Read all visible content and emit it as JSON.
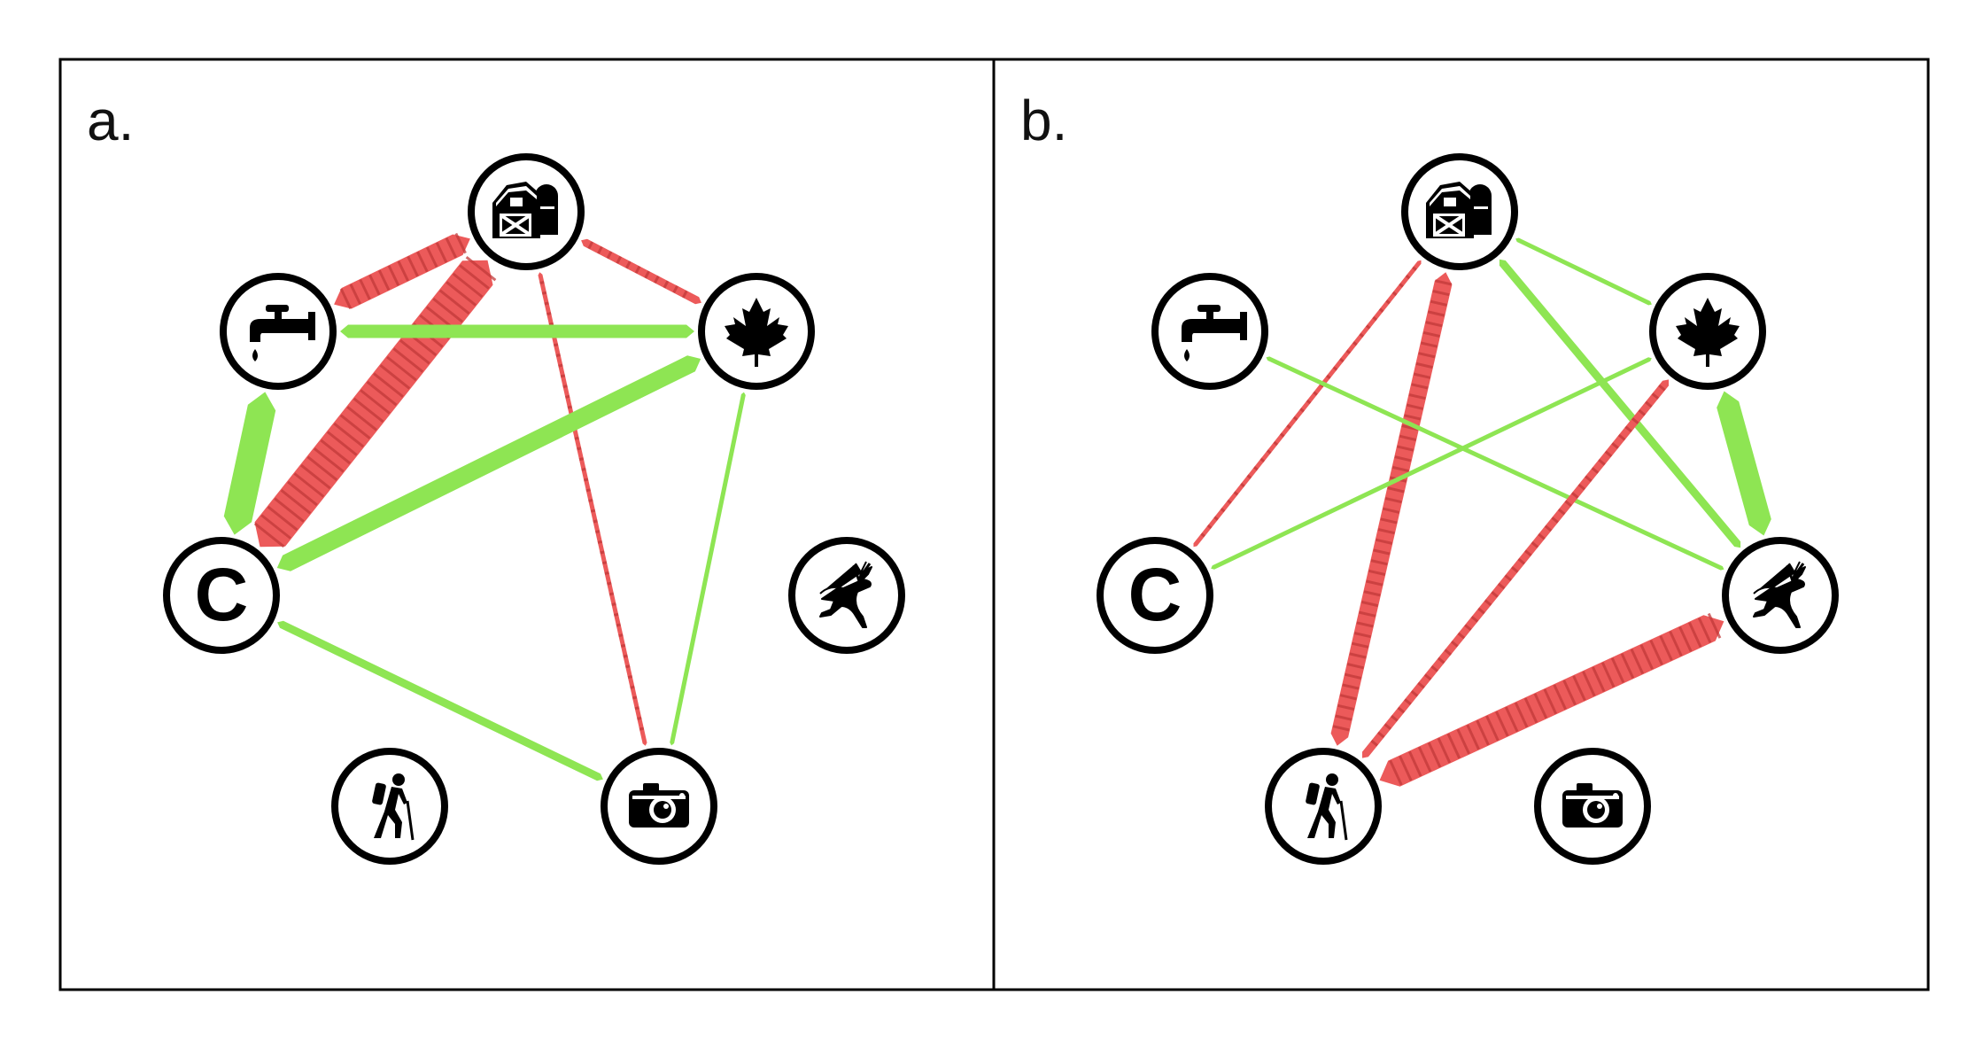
{
  "panels": [
    {
      "label": "a.",
      "nodes": [
        "farm",
        "water",
        "forest",
        "climate",
        "wildlife",
        "recreation",
        "tourism"
      ],
      "edges": [
        {
          "from": "farm",
          "to": "water",
          "sign": "negative",
          "weight": 5
        },
        {
          "from": "farm",
          "to": "climate",
          "sign": "negative",
          "weight": 8
        },
        {
          "from": "farm",
          "to": "forest",
          "sign": "negative",
          "weight": 2
        },
        {
          "from": "farm",
          "to": "tourism",
          "sign": "negative",
          "weight": 1
        },
        {
          "from": "water",
          "to": "forest",
          "sign": "positive",
          "weight": 3
        },
        {
          "from": "water",
          "to": "climate",
          "sign": "positive",
          "weight": 6
        },
        {
          "from": "climate",
          "to": "forest",
          "sign": "positive",
          "weight": 4
        },
        {
          "from": "forest",
          "to": "tourism",
          "sign": "positive",
          "weight": 1
        },
        {
          "from": "climate",
          "to": "tourism",
          "sign": "positive",
          "weight": 2
        }
      ]
    },
    {
      "label": "b.",
      "nodes": [
        "farm",
        "water",
        "forest",
        "climate",
        "wildlife",
        "recreation",
        "tourism"
      ],
      "edges": [
        {
          "from": "farm",
          "to": "climate",
          "sign": "negative",
          "weight": 1
        },
        {
          "from": "farm",
          "to": "recreation",
          "sign": "negative",
          "weight": 4
        },
        {
          "from": "farm",
          "to": "forest",
          "sign": "positive",
          "weight": 1
        },
        {
          "from": "farm",
          "to": "wildlife",
          "sign": "positive",
          "weight": 2
        },
        {
          "from": "water",
          "to": "wildlife",
          "sign": "positive",
          "weight": 1
        },
        {
          "from": "climate",
          "to": "forest",
          "sign": "positive",
          "weight": 1
        },
        {
          "from": "forest",
          "to": "recreation",
          "sign": "negative",
          "weight": 2
        },
        {
          "from": "forest",
          "to": "wildlife",
          "sign": "positive",
          "weight": 5
        },
        {
          "from": "wildlife",
          "to": "recreation",
          "sign": "negative",
          "weight": 6
        }
      ]
    }
  ],
  "climate_symbol": "C",
  "icons": {
    "farm": "barn-silo-icon",
    "water": "water-tap-icon",
    "forest": "maple-leaf-icon",
    "climate": "climate-c-icon",
    "wildlife": "deer-icon",
    "recreation": "hiker-icon",
    "tourism": "camera-icon"
  },
  "colors": {
    "positive": "#8ee553",
    "negative": "#ec5a5a",
    "negative_stripe": "#c23a3a",
    "frame": "#000000"
  }
}
